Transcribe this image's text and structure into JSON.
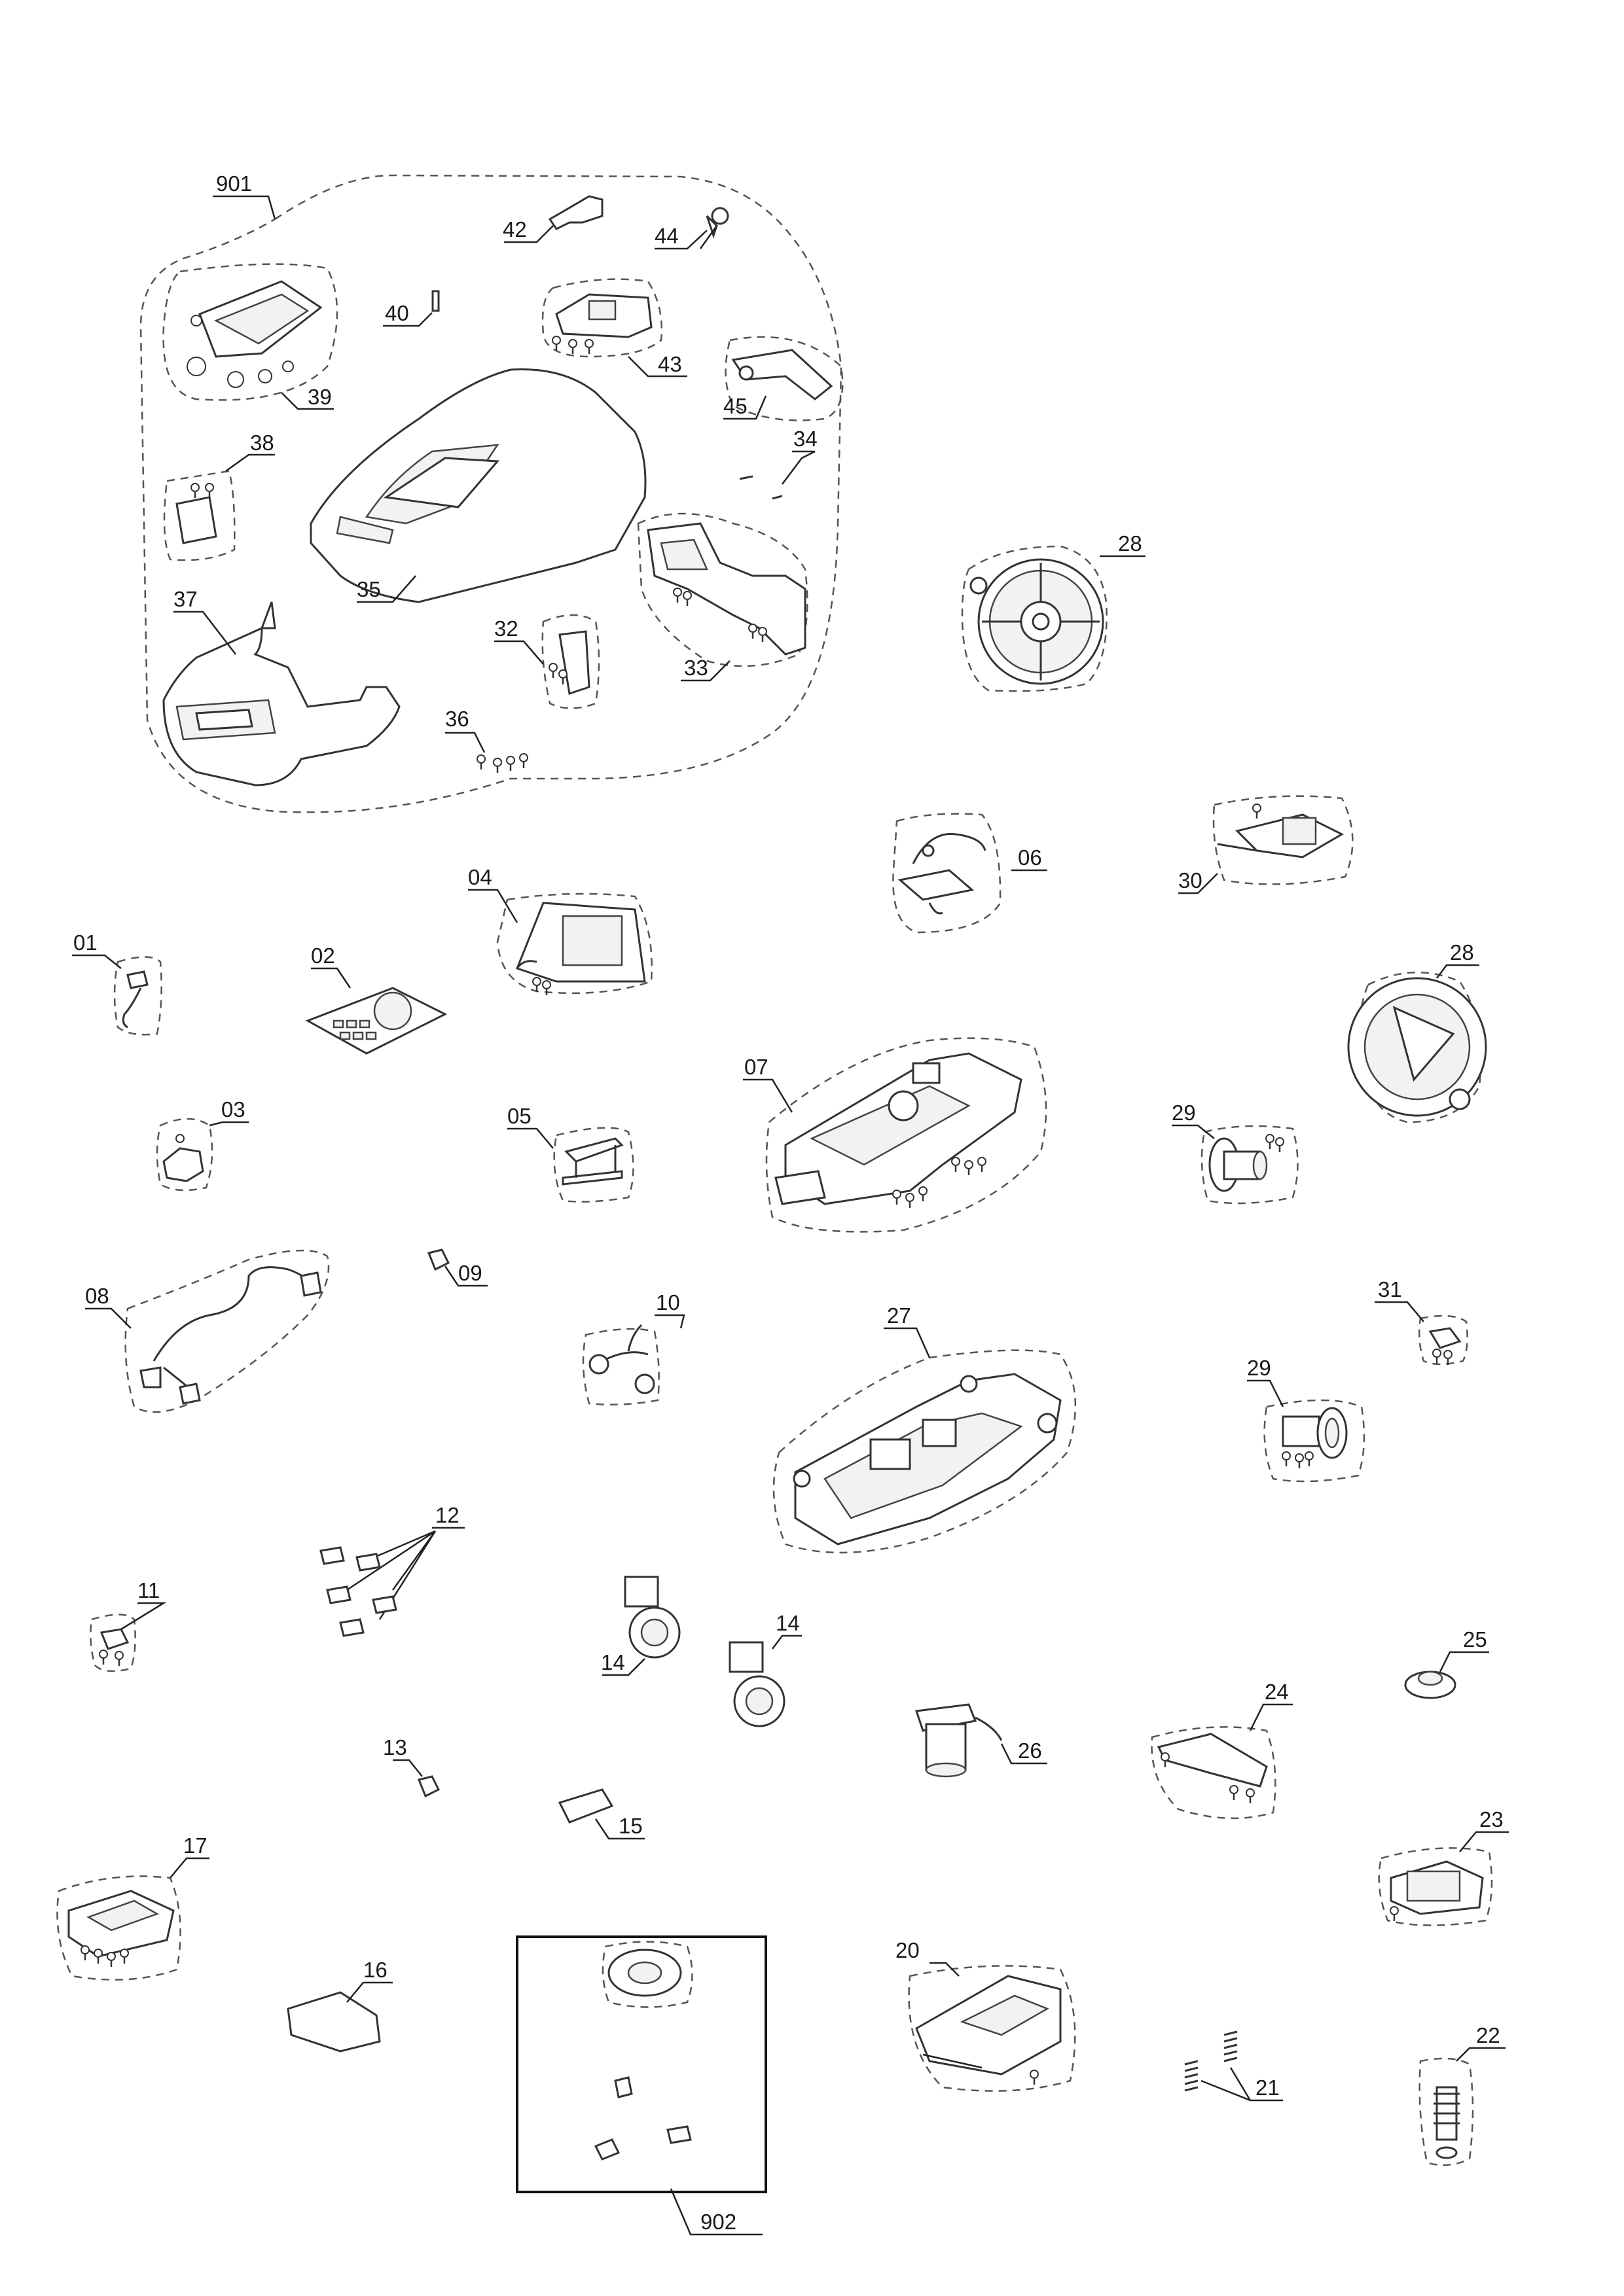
{
  "diagram": {
    "type": "exploded parts diagram",
    "labels": {
      "p01": "01",
      "p02": "02",
      "p03": "03",
      "p04": "04",
      "p05": "05",
      "p06": "06",
      "p07": "07",
      "p08": "08",
      "p09": "09",
      "p10": "10",
      "p11": "11",
      "p12": "12",
      "p13": "13",
      "p14a": "14",
      "p14b": "14",
      "p15": "15",
      "p16": "16",
      "p17": "17",
      "p20": "20",
      "p21": "21",
      "p22": "22",
      "p23": "23",
      "p24": "24",
      "p25": "25",
      "p26": "26",
      "p27": "27",
      "p28a": "28",
      "p28b": "28",
      "p29a": "29",
      "p29b": "29",
      "p30": "30",
      "p31": "31",
      "p32": "32",
      "p33": "33",
      "p34": "34",
      "p35": "35",
      "p36": "36",
      "p37": "37",
      "p38": "38",
      "p39": "39",
      "p40": "40",
      "p42": "42",
      "p43": "43",
      "p44": "44",
      "p45": "45",
      "p901": "901",
      "p902": "902"
    }
  }
}
